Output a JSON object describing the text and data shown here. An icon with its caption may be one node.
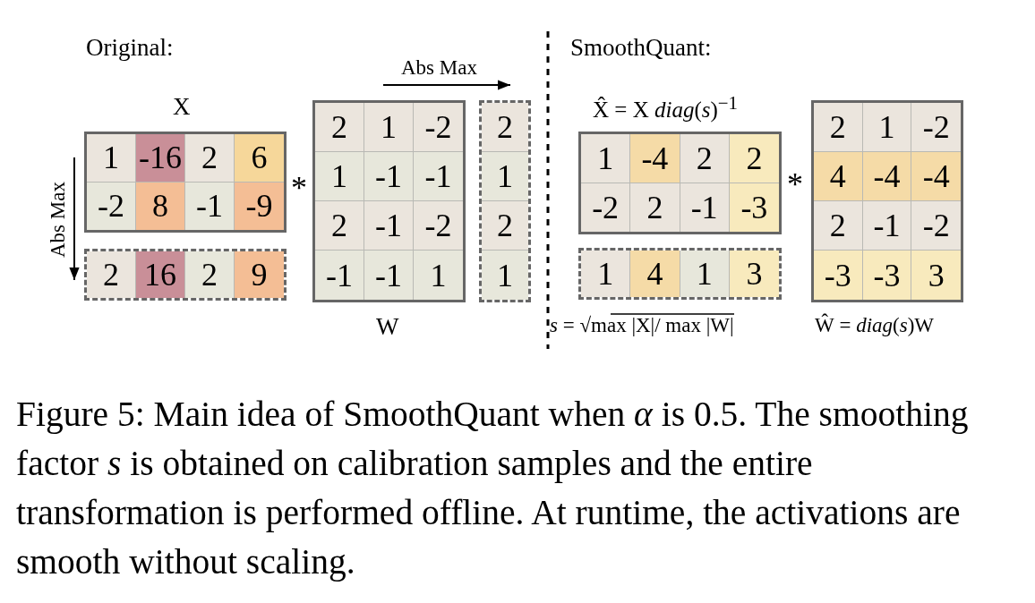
{
  "diagram": {
    "caption": "Figure 5: Main idea of SmoothQuant when *α* is 0.5. The smoothing factor *s* is obtained on calibration samples and the entire transformation is performed offline. At runtime, the activations are smooth without scaling.",
    "nodes": [
      {
        "text": [],
        "shape": "box"
      },
      {
        "text": [
          "1"
        ],
        "in": 0
      },
      {
        "text": [
          "-16"
        ],
        "in": 0
      },
      {
        "text": [
          "2"
        ],
        "in": 0
      },
      {
        "text": [
          "6"
        ],
        "in": 0
      },
      {
        "text": [
          "-2"
        ],
        "in": 0
      },
      {
        "text": [
          "8"
        ],
        "in": 0
      },
      {
        "text": [
          "-1"
        ],
        "in": 0
      },
      {
        "text": [
          "-9"
        ],
        "in": 0
      },
      {
        "text": [],
        "shape": "box"
      },
      {
        "text": [
          "2"
        ],
        "in": 9
      },
      {
        "text": [
          "1"
        ],
        "in": 9
      },
      {
        "text": [
          "-2"
        ],
        "in": 9
      },
      {
        "text": [
          "1"
        ],
        "in": 9
      },
      {
        "text": [
          "-1"
        ],
        "in": 9
      },
      {
        "text": [
          "-1"
        ],
        "in": 9
      },
      {
        "text": [
          "2"
        ],
        "in": 9
      },
      {
        "text": [
          "-1"
        ],
        "in": 9
      },
      {
        "text": [
          "-2"
        ],
        "in": 9
      },
      {
        "text": [
          "-1"
        ],
        "in": 9
      },
      {
        "text": [
          "-1"
        ],
        "in": 9
      },
      {
        "text": [
          "1"
        ],
        "in": 9
      },
      {
        "text": [],
        "shape": "box"
      },
      {
        "text": [
          "2"
        ],
        "in": 22
      },
      {
        "text": [
          "1"
        ],
        "in": 22
      },
      {
        "text": [
          "2"
        ],
        "in": 22
      },
      {
        "text": [
          "1"
        ],
        "in": 22
      },
      {
        "text": [],
        "shape": "box"
      },
      {
        "text": [
          "2"
        ],
        "in": 27
      },
      {
        "text": [
          "16"
        ],
        "in": 27
      },
      {
        "text": [
          "2"
        ],
        "in": 27
      },
      {
        "text": [
          "9"
        ],
        "in": 27
      },
      {
        "text": [],
        "shape": "box"
      },
      {
        "text": [
          "1"
        ],
        "in": 32
      },
      {
        "text": [
          "-4"
        ],
        "in": 32
      },
      {
        "text": [
          "2"
        ],
        "in": 32
      },
      {
        "text": [
          "2"
        ],
        "in": 32
      },
      {
        "text": [
          "-2"
        ],
        "in": 32
      },
      {
        "text": [
          "2"
        ],
        "in": 32
      },
      {
        "text": [
          "-1"
        ],
        "in": 32
      },
      {
        "text": [
          "-3"
        ],
        "in": 32
      },
      {
        "text": [],
        "shape": "box"
      },
      {
        "text": [
          "2"
        ],
        "in": 41
      },
      {
        "text": [
          "1"
        ],
        "in": 41
      },
      {
        "text": [
          "-2"
        ],
        "in": 41
      },
      {
        "text": [
          "4"
        ],
        "in": 41
      },
      {
        "text": [
          "-4"
        ],
        "in": 41
      },
      {
        "text": [
          "-4"
        ],
        "in": 41
      },
      {
        "text": [
          "2"
        ],
        "in": 41
      },
      {
        "text": [
          "-1"
        ],
        "in": 41
      },
      {
        "text": [
          "-2"
        ],
        "in": 41
      },
      {
        "text": [
          "-3"
        ],
        "in": 41
      },
      {
        "text": [
          "-3"
        ],
        "in": 41
      },
      {
        "text": [
          "3"
        ],
        "in": 41
      },
      {
        "text": [],
        "shape": "box"
      },
      {
        "text": [
          "1"
        ],
        "in": 54
      },
      {
        "text": [
          "4"
        ],
        "in": 54
      },
      {
        "text": [
          "1"
        ],
        "in": 54
      },
      {
        "text": [
          "3"
        ],
        "in": 54
      }
    ],
    "labels": [
      "Original:",
      "SmoothQuant:",
      "Abs Max",
      "X",
      "X̂ = X *diag*(*s*)$^{−1}$",
      "Abs Max",
      "*",
      "*",
      "W",
      "*s* = √max |X|/ max |W|",
      "Ŵ = *diag*(*s*)W"
    ]
  }
}
